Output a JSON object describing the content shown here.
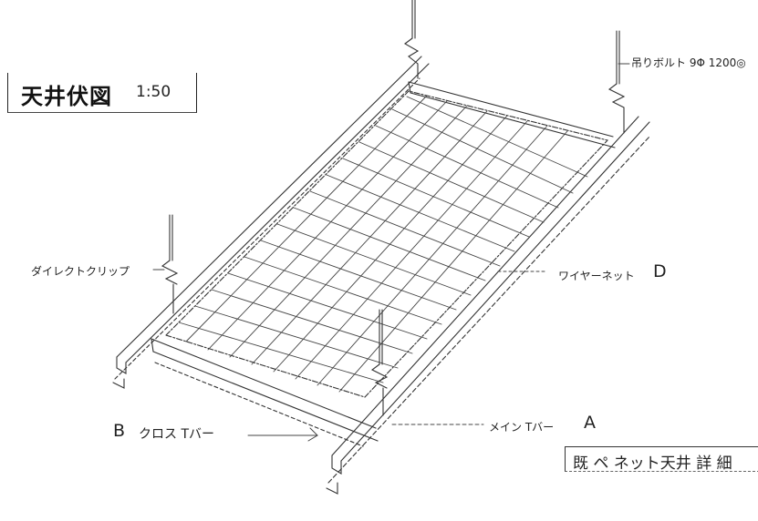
{
  "title": {
    "main": "天井伏図",
    "scale": "1:50"
  },
  "labels": {
    "hanger_bolt": "吊りボルト 9Φ 1200◎",
    "direct_clip": "ダイレクトクリップ",
    "wire_net_text": "ワイヤーネット",
    "wire_net_letter": "D",
    "cross_bar_letter": "B",
    "cross_bar_text": "クロス Tバー",
    "main_bar_text": "メイン Tバー",
    "main_bar_letter": "A"
  },
  "stamp": {
    "text": "既 ペ ネット天井 詳 細"
  }
}
